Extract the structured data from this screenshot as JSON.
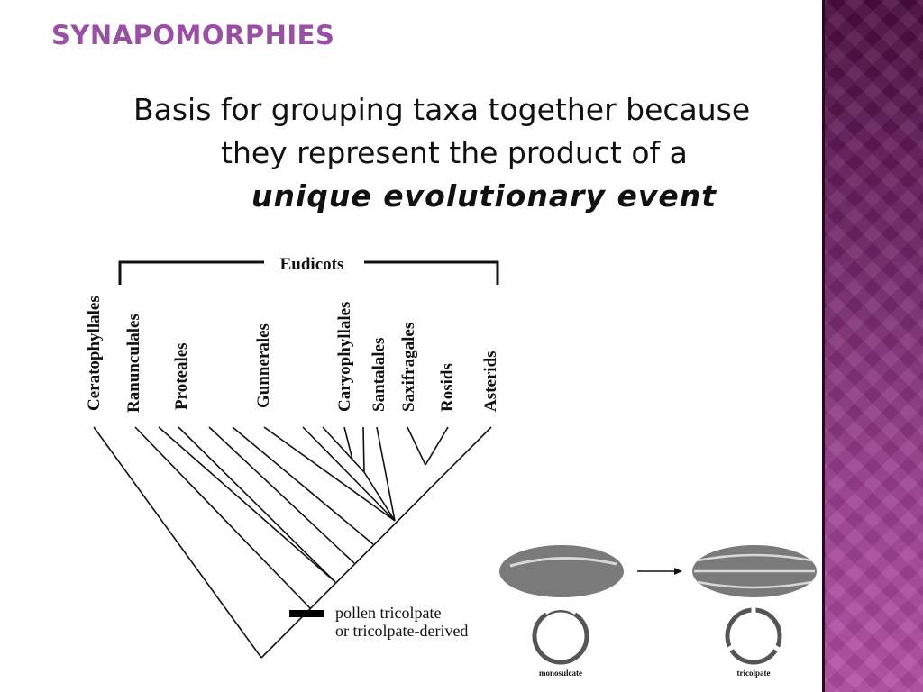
{
  "slide": {
    "title": "SYNAPOMORPHIES",
    "text": {
      "line1": "Basis for grouping taxa together because",
      "line2": "they represent the product of a",
      "line3": "unique evolutionary event"
    }
  },
  "cladogram": {
    "group_label": "Eudicots",
    "taxa": [
      "Ceratophyllales",
      "Ranunculales",
      "Proteales",
      "Gunnerales",
      "Caryophyllales",
      "Santalales",
      "Saxifragales",
      "Rosids",
      "Asterids"
    ],
    "character_label_line1": "pollen tricolpate",
    "character_label_line2": "or tricolpate-derived"
  },
  "pollen": {
    "left_label": "monosulcate",
    "right_label": "tricolpate"
  },
  "colors": {
    "title": "#9b4ea6",
    "accent_band": "#7a2a6e",
    "pollen_fill": "#7a7a7a"
  }
}
